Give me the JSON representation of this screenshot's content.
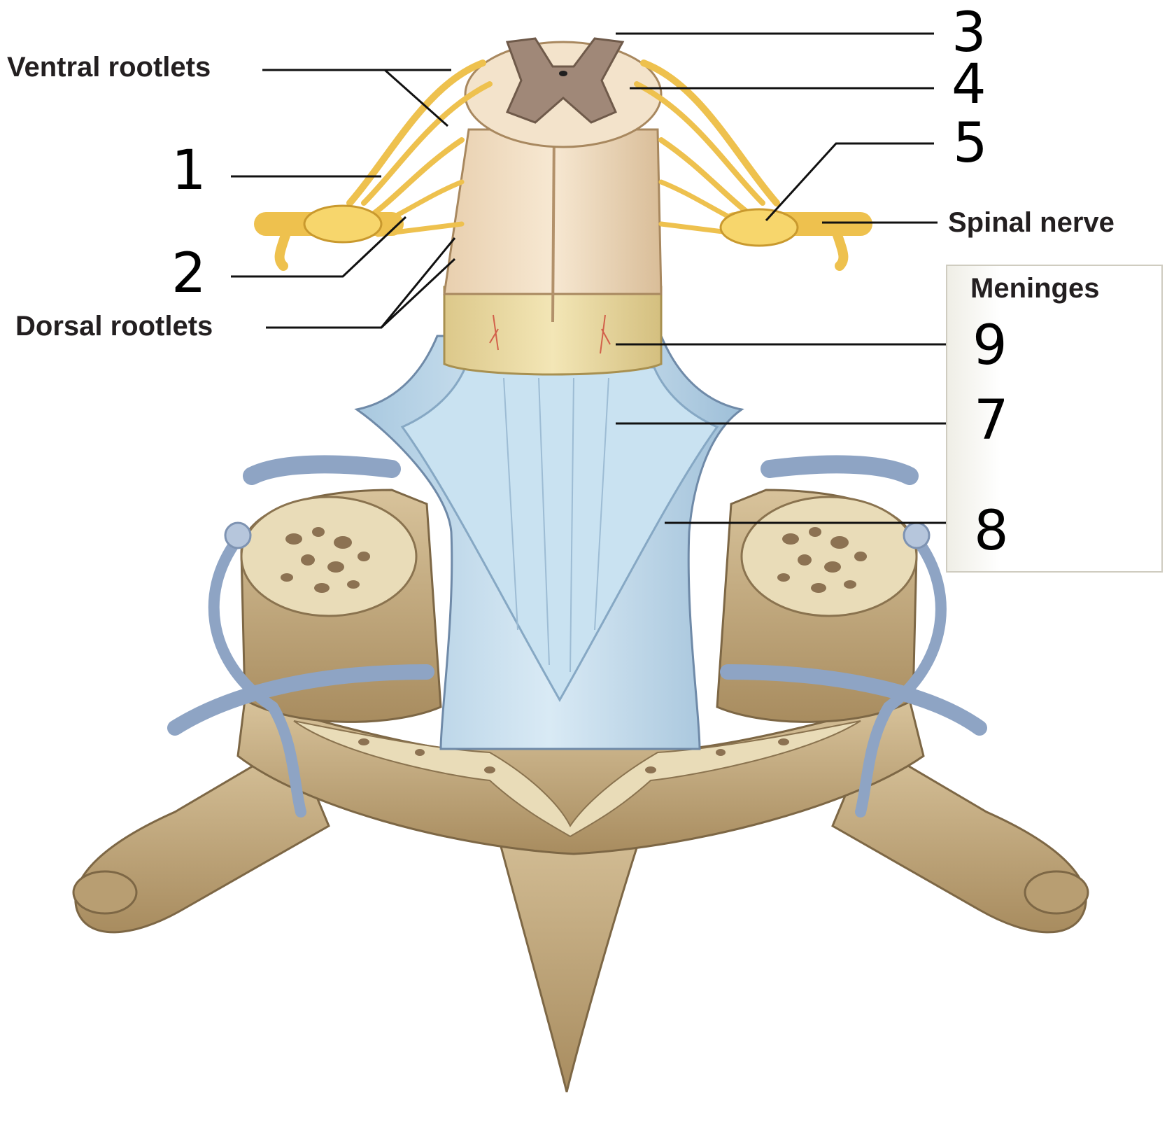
{
  "labels": {
    "ventral_rootlets": "Ventral rootlets",
    "dorsal_rootlets": "Dorsal rootlets",
    "spinal_nerve": "Spinal nerve",
    "meninges": "Meninges"
  },
  "handwritten": {
    "n1": "1",
    "n2": "2",
    "n3": "3",
    "n4": "4",
    "n5": "5",
    "n7": "7",
    "n8": "8",
    "n9": "9"
  },
  "colors": {
    "nerve": "#f2c64a",
    "cord": "#f1dcbf",
    "gray_matter": "#a08878",
    "pia": "#e8d79a",
    "dura": "#b9d6e8",
    "bone": "#c7ae83",
    "spongy": "#e9dcb8",
    "vessel": "#9fb3cf"
  }
}
